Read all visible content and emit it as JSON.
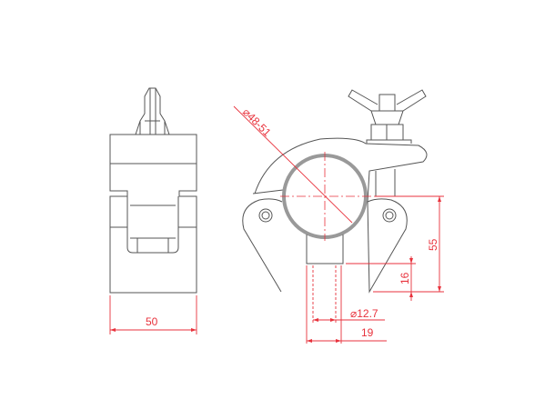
{
  "dimensions": {
    "width": "50",
    "tube_diameter": "48-51",
    "height": "55",
    "thread_length": "16",
    "bolt_diameter": "12.7",
    "boss_width": "19"
  },
  "colors": {
    "lines": "#555555",
    "dimensions": "#e8323c",
    "tube": "#999999"
  }
}
